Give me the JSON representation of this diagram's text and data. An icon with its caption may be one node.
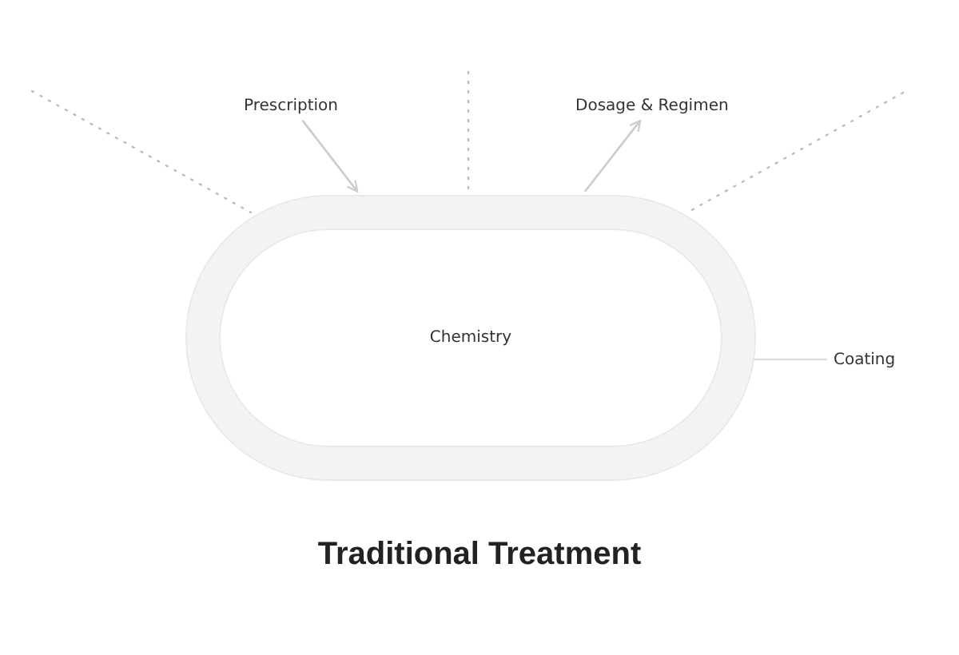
{
  "diagram": {
    "title": "Traditional Treatment",
    "nodes": [
      {
        "text": [
          "Prescription"
        ]
      },
      {
        "text": [
          "Dosage & Regimen"
        ]
      },
      {
        "text": [
          "Coating"
        ]
      },
      {
        "text": [
          "Chemistry"
        ]
      }
    ],
    "edges": [
      {
        "from": 0,
        "to": 3,
        "arrow": "to"
      },
      {
        "from": 3,
        "to": 1,
        "arrow": "to"
      },
      {
        "from": 2,
        "to": 3,
        "arrow": "none"
      }
    ]
  }
}
